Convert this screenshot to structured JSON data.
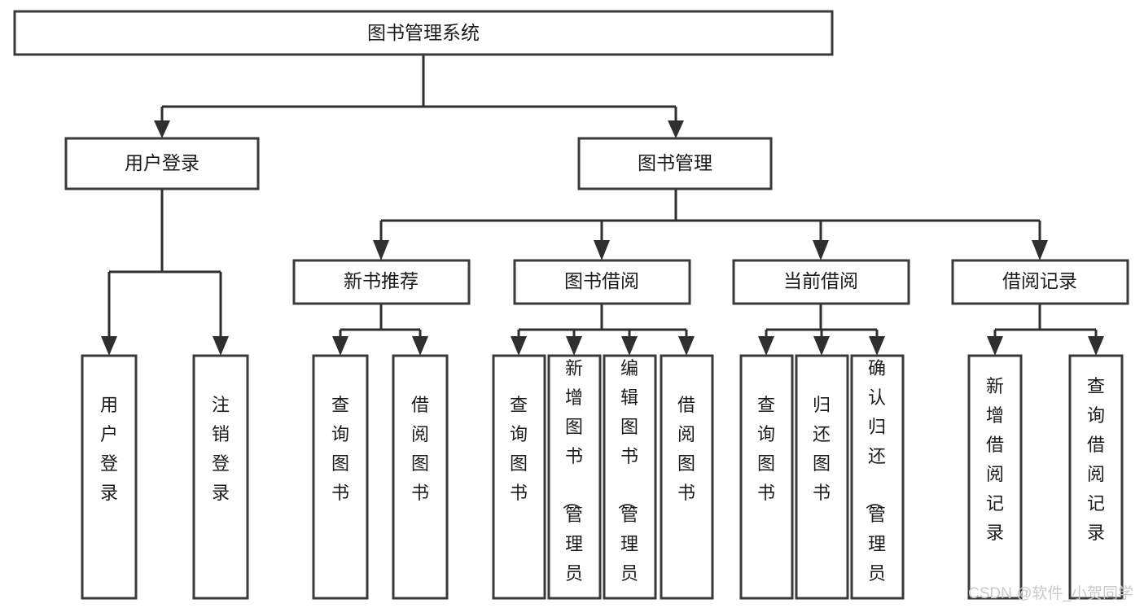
{
  "diagram": {
    "title": "图书管理系统",
    "type": "tree",
    "colors": {
      "box_stroke": "#3a3a3a",
      "box_fill": "#ffffff",
      "connector": "#2f2f2f",
      "text": "#1b1b1b",
      "watermark": "#c9c9c9",
      "background": "#ffffff"
    },
    "nodes": {
      "root": {
        "label": "图书管理系统"
      },
      "level2": [
        {
          "id": "user-login",
          "label": "用户登录"
        },
        {
          "id": "book-manage",
          "label": "图书管理"
        }
      ],
      "level3": [
        {
          "id": "new-book-recommend",
          "label": "新书推荐",
          "parent": "book-manage"
        },
        {
          "id": "book-borrow",
          "label": "图书借阅",
          "parent": "book-manage"
        },
        {
          "id": "current-borrow",
          "label": "当前借阅",
          "parent": "book-manage"
        },
        {
          "id": "borrow-record",
          "label": "借阅记录",
          "parent": "book-manage"
        }
      ],
      "leaves": {
        "user-login": [
          {
            "id": "leaf-user-login",
            "label": "用户登录"
          },
          {
            "id": "leaf-logout-login",
            "label": "注销登录"
          }
        ],
        "new-book-recommend": [
          {
            "id": "leaf-query-book-1",
            "label": "查询图书"
          },
          {
            "id": "leaf-borrow-book-1",
            "label": "借阅图书"
          }
        ],
        "book-borrow": [
          {
            "id": "leaf-query-book-2",
            "label": "查询图书"
          },
          {
            "id": "leaf-add-book",
            "label": "新增图书（管理员）"
          },
          {
            "id": "leaf-edit-book",
            "label": "编辑图书（管理员）"
          },
          {
            "id": "leaf-borrow-book-2",
            "label": "借阅图书"
          }
        ],
        "current-borrow": [
          {
            "id": "leaf-query-book-3",
            "label": "查询图书"
          },
          {
            "id": "leaf-return-book",
            "label": "归还图书"
          },
          {
            "id": "leaf-confirm-return",
            "label": "确认归还（管理员）"
          }
        ],
        "borrow-record": [
          {
            "id": "leaf-add-record",
            "label": "新增借阅记录"
          },
          {
            "id": "leaf-query-record",
            "label": "查询借阅记录"
          }
        ]
      }
    },
    "watermark": "CSDN @软件_小贺同学"
  }
}
